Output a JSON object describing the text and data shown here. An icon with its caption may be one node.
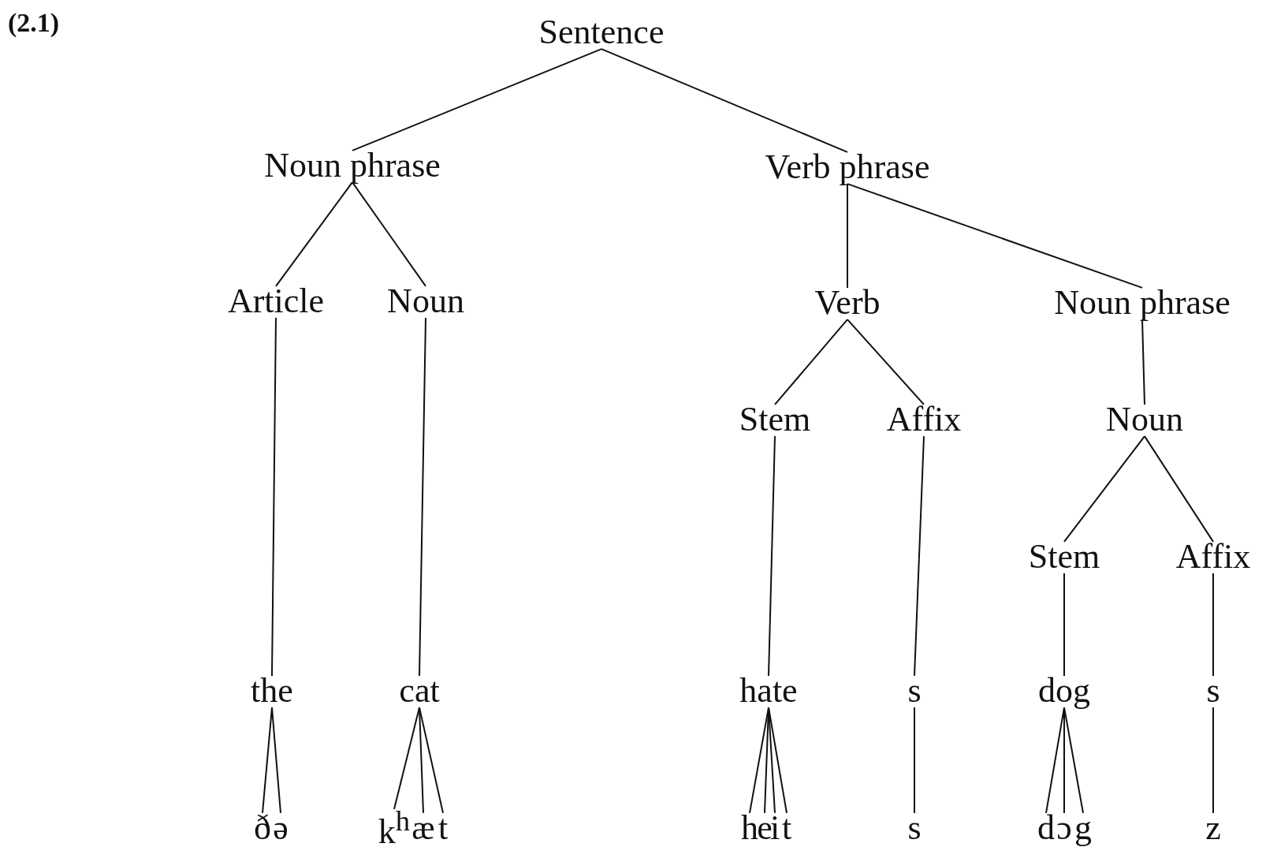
{
  "diagram": {
    "nodes": [
      {
        "text": [
          "Sentence"
        ]
      },
      {
        "text": [
          "Noun phrase"
        ]
      },
      {
        "text": [
          "Verb phrase"
        ]
      },
      {
        "text": [
          "Article"
        ]
      },
      {
        "text": [
          "Noun"
        ]
      },
      {
        "text": [
          "Verb"
        ]
      },
      {
        "text": [
          "Noun phrase"
        ]
      },
      {
        "text": [
          "Stem"
        ]
      },
      {
        "text": [
          "Affix"
        ]
      },
      {
        "text": [
          "Noun"
        ]
      },
      {
        "text": [
          "Stem"
        ]
      },
      {
        "text": [
          "Affix"
        ]
      },
      {
        "text": [
          "the"
        ]
      },
      {
        "text": [
          "cat"
        ]
      },
      {
        "text": [
          "hate"
        ]
      },
      {
        "text": [
          "s"
        ]
      },
      {
        "text": [
          "dog"
        ]
      },
      {
        "text": [
          "s"
        ]
      },
      {
        "text": [
          "ð"
        ]
      },
      {
        "text": [
          "ə"
        ]
      },
      {
        "text": [
          "k$^{h}$"
        ]
      },
      {
        "text": [
          "æ"
        ]
      },
      {
        "text": [
          "t"
        ]
      },
      {
        "text": [
          "h"
        ]
      },
      {
        "text": [
          "e"
        ]
      },
      {
        "text": [
          "i"
        ]
      },
      {
        "text": [
          "t"
        ]
      },
      {
        "text": [
          "d"
        ]
      },
      {
        "text": [
          "ɔ"
        ]
      },
      {
        "text": [
          "g"
        ]
      },
      {
        "text": [
          "s"
        ]
      },
      {
        "text": [
          "z"
        ]
      }
    ],
    "edges": [
      {
        "from": 0,
        "to": 1,
        "arrow": "none"
      },
      {
        "from": 0,
        "to": 2,
        "arrow": "none"
      },
      {
        "from": 1,
        "to": 3,
        "arrow": "none"
      },
      {
        "from": 1,
        "to": 4,
        "arrow": "none"
      },
      {
        "from": 2,
        "to": 5,
        "arrow": "none"
      },
      {
        "from": 2,
        "to": 6,
        "arrow": "none"
      },
      {
        "from": 5,
        "to": 7,
        "arrow": "none"
      },
      {
        "from": 5,
        "to": 8,
        "arrow": "none"
      },
      {
        "from": 6,
        "to": 9,
        "arrow": "none"
      },
      {
        "from": 9,
        "to": 10,
        "arrow": "none"
      },
      {
        "from": 9,
        "to": 11,
        "arrow": "none"
      },
      {
        "from": 3,
        "to": 12,
        "arrow": "none"
      },
      {
        "from": 4,
        "to": 13,
        "arrow": "none"
      },
      {
        "from": 7,
        "to": 14,
        "arrow": "none"
      },
      {
        "from": 8,
        "to": 15,
        "arrow": "none"
      },
      {
        "from": 10,
        "to": 16,
        "arrow": "none"
      },
      {
        "from": 11,
        "to": 17,
        "arrow": "none"
      },
      {
        "from": 12,
        "to": 18,
        "arrow": "none"
      },
      {
        "from": 12,
        "to": 19,
        "arrow": "none"
      },
      {
        "from": 13,
        "to": 20,
        "arrow": "none"
      },
      {
        "from": 13,
        "to": 21,
        "arrow": "none"
      },
      {
        "from": 13,
        "to": 22,
        "arrow": "none"
      },
      {
        "from": 14,
        "to": 23,
        "arrow": "none"
      },
      {
        "from": 14,
        "to": 24,
        "arrow": "none"
      },
      {
        "from": 14,
        "to": 25,
        "arrow": "none"
      },
      {
        "from": 14,
        "to": 26,
        "arrow": "none"
      },
      {
        "from": 15,
        "to": 30,
        "arrow": "none"
      },
      {
        "from": 16,
        "to": 27,
        "arrow": "none"
      },
      {
        "from": 16,
        "to": 28,
        "arrow": "none"
      },
      {
        "from": 16,
        "to": 29,
        "arrow": "none"
      },
      {
        "from": 17,
        "to": 31,
        "arrow": "none"
      }
    ],
    "labels": [
      "(2.1)"
    ]
  }
}
